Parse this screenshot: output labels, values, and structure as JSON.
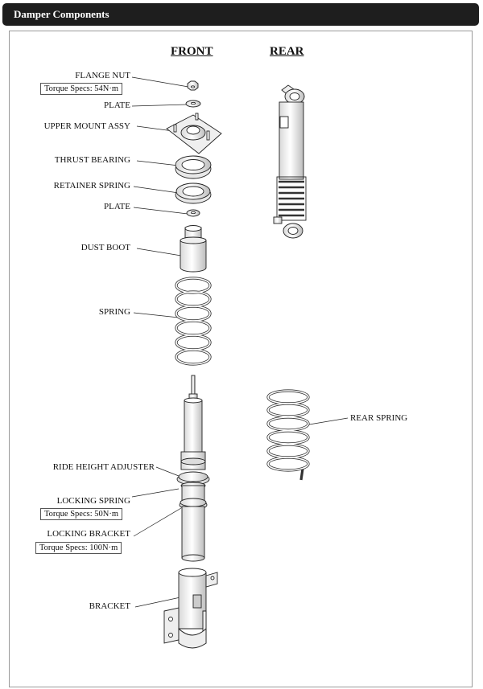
{
  "window": {
    "title": "Damper Components"
  },
  "headings": {
    "front": "FRONT",
    "rear": "REAR"
  },
  "labels": {
    "flange_nut": "FLANGE NUT",
    "flange_nut_torque": "Torque Specs: 54N·m",
    "plate_top": "PLATE",
    "upper_mount": "UPPER MOUNT ASSY",
    "thrust_bearing": "THRUST BEARING",
    "retainer_spring": "RETAINER SPRING",
    "plate_lower": "PLATE",
    "dust_boot": "DUST BOOT",
    "spring": "SPRING",
    "ride_height": "RIDE HEIGHT ADJUSTER",
    "locking_spring": "LOCKING SPRING",
    "locking_spring_torque": "Torque Specs: 50N·m",
    "locking_bracket": "LOCKING BRACKET",
    "locking_bracket_torque": "Torque Specs: 100N·m",
    "bracket": "BRACKET",
    "rear_spring": "REAR SPRING"
  },
  "colors": {
    "titlebar": "#1e1e1e",
    "line": "#222222",
    "border": "#9a9a9a"
  }
}
